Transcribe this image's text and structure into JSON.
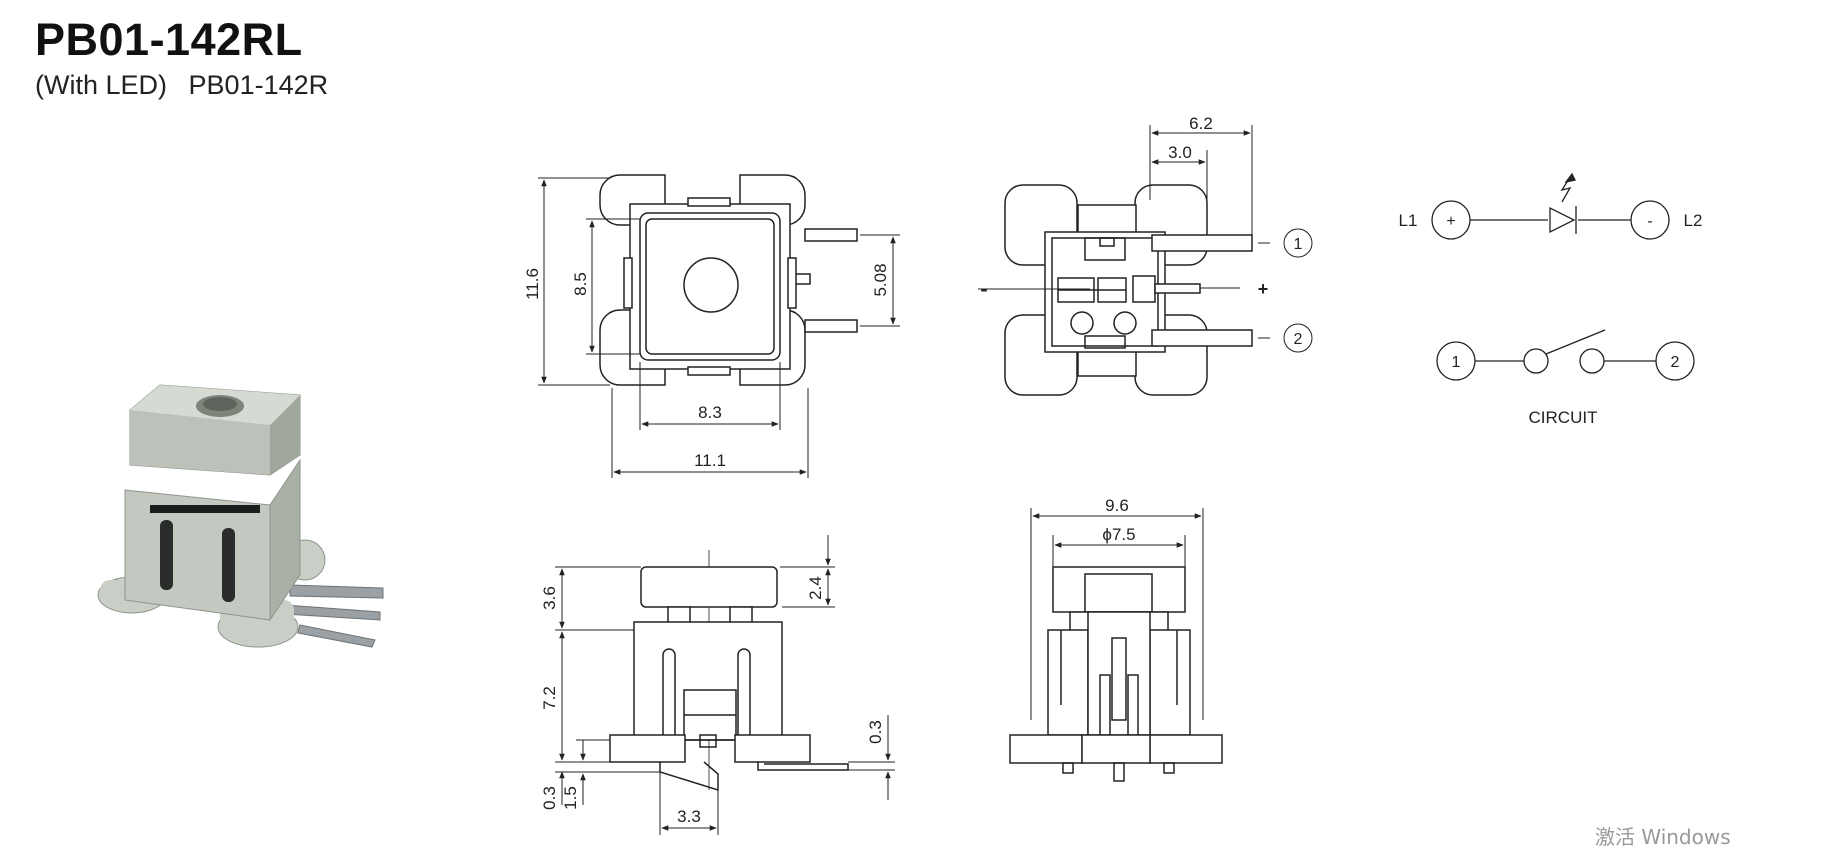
{
  "header": {
    "title": "PB01-142RL",
    "subtitle_prefix": "(With LED)",
    "subtitle_part": "PB01-142R"
  },
  "top_view": {
    "dims": {
      "height_outer": "11.6",
      "height_inner": "8.5",
      "pin_pitch": "5.08",
      "width_inner": "8.3",
      "width_outer": "11.1"
    }
  },
  "back_view": {
    "dims": {
      "pin_offset_total": "6.2",
      "pin_offset_inner": "3.0"
    },
    "pin_labels": [
      "1",
      "2"
    ],
    "polarity_minus": "-",
    "polarity_plus": "+"
  },
  "side_view": {
    "dims": {
      "cap_height": "3.6",
      "cap_inner": "2.4",
      "body_height": "7.2",
      "pin_step": "0.3",
      "pin_offset": "0.3",
      "pin_length": "1.5",
      "pin_spacing": "3.3"
    }
  },
  "front_view": {
    "dims": {
      "width": "9.6",
      "diameter": "ϕ7.5"
    }
  },
  "led_circuit": {
    "left_label": "L1",
    "right_label": "L2",
    "plus_symbol": "+",
    "minus_symbol": "-"
  },
  "switch_circuit": {
    "left_node": "1",
    "right_node": "2",
    "caption": "CIRCUIT"
  },
  "watermark": {
    "text": "激活 Windows"
  },
  "colors": {
    "line": "#222222",
    "body_fill": "#ffffff",
    "photo_body": "#c9cfc6",
    "photo_shadow": "#8e958c",
    "photo_pin": "#9aa0a3"
  }
}
